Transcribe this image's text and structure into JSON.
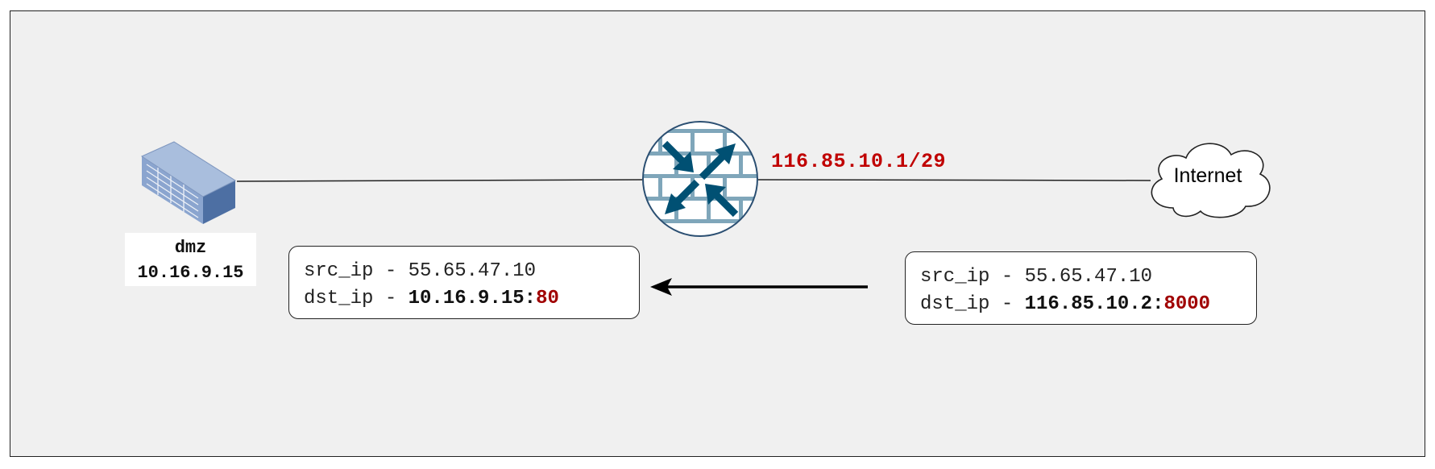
{
  "dmz": {
    "name": "dmz",
    "ip": "10.16.9.15"
  },
  "gateway": {
    "ip": "116.85.10.1/29",
    "color": "#c00000"
  },
  "internet": {
    "label": "Internet"
  },
  "packet_left": {
    "src_label": "src_ip - ",
    "src_ip": "55.65.47.10",
    "dst_label": "dst_ip - ",
    "dst_ip": "10.16.9.15",
    "sep": ":",
    "dst_port": "80"
  },
  "packet_right": {
    "src_label": "src_ip - ",
    "src_ip": "55.65.47.10",
    "dst_label": "dst_ip - ",
    "dst_ip": "116.85.10.2",
    "sep": ":",
    "dst_port": "8000"
  },
  "icons": [
    "server-icon",
    "firewall-icon",
    "cloud-icon",
    "arrow-left-icon"
  ],
  "colors": {
    "port": "#a00000",
    "firewall": "#005073",
    "server": "#5b7fb0"
  }
}
